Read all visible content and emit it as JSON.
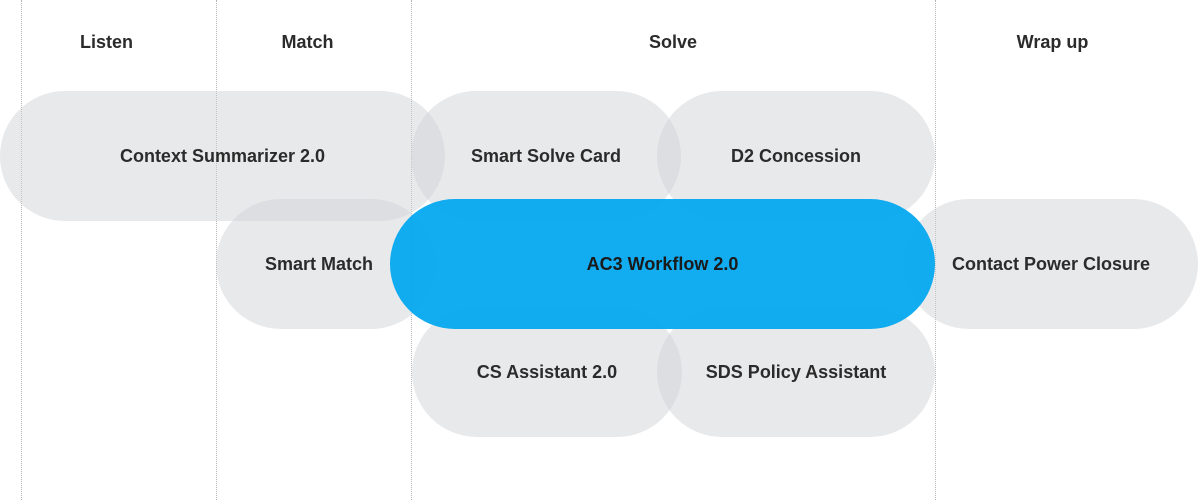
{
  "phases": {
    "listen": "Listen",
    "match": "Match",
    "solve": "Solve",
    "wrap_up": "Wrap up"
  },
  "tools": {
    "context_summarizer": "Context Summarizer 2.0",
    "smart_solve_card": "Smart Solve Card",
    "d2_concession": "D2 Concession",
    "smart_match": "Smart Match",
    "ac3_workflow": "AC3 Workflow 2.0",
    "contact_power_closure": "Contact Power Closure",
    "cs_assistant": "CS Assistant 2.0",
    "sds_policy_assistant": "SDS Policy Assistant"
  },
  "colors": {
    "highlight": "#00A6F0",
    "pill_gray": "#D2D4D8"
  }
}
